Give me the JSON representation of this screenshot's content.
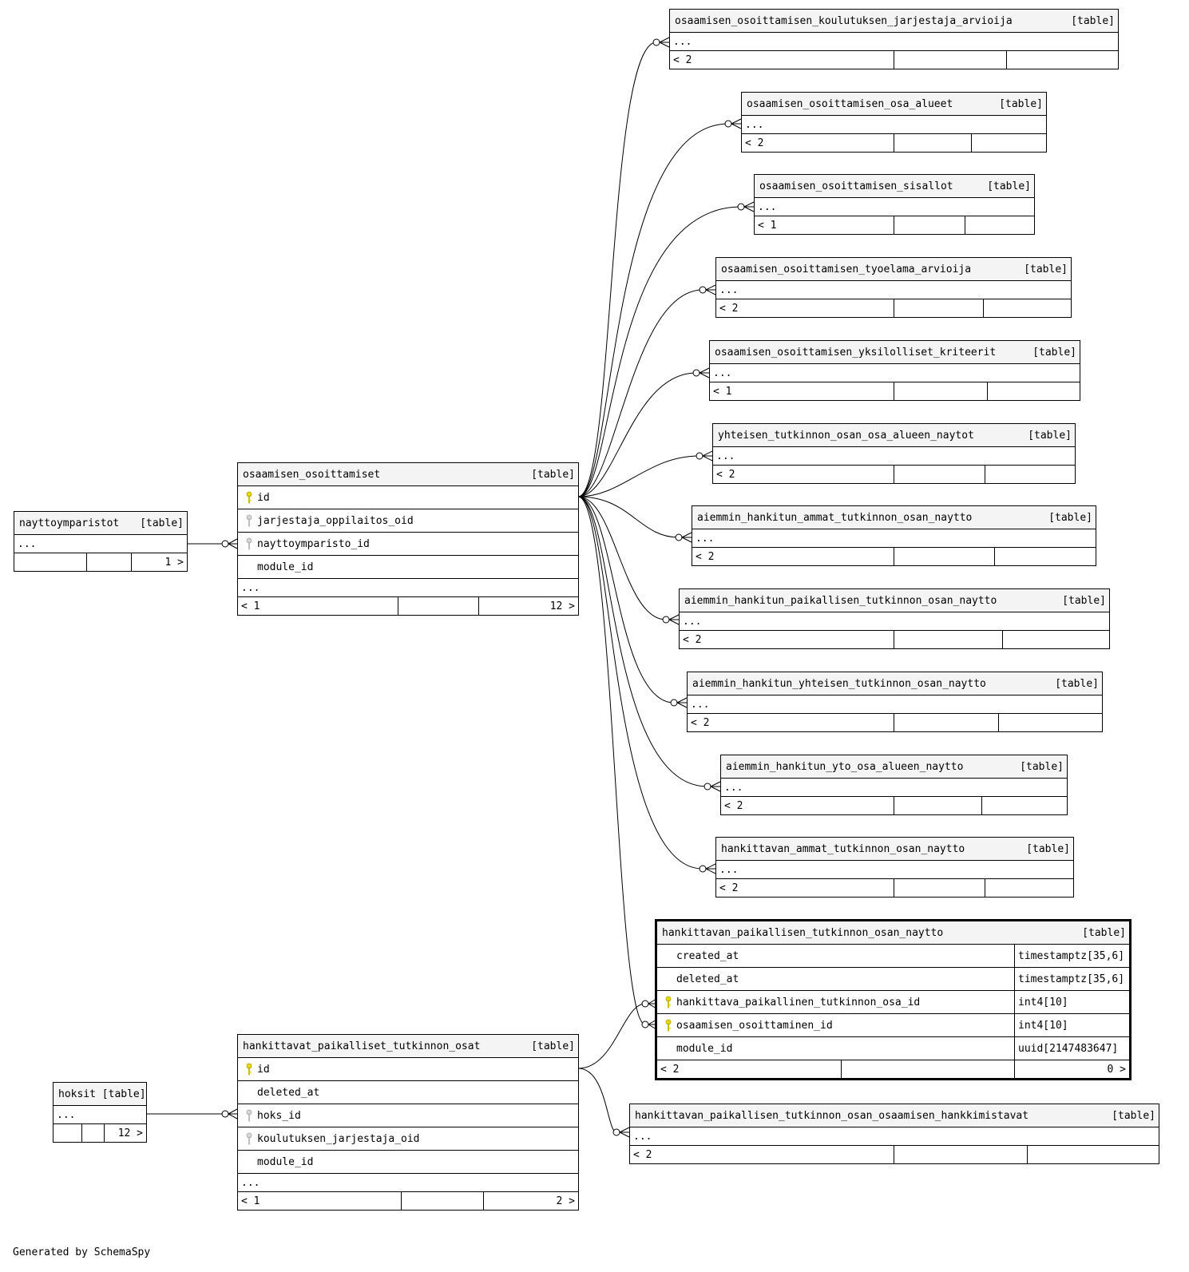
{
  "tables": {
    "t1": {
      "name": "osaamisen_osoittamisen_koulutuksen_jarjestaja_arvioija",
      "tag": "[table]",
      "dots": "...",
      "footer": [
        "< 2",
        "",
        ""
      ]
    },
    "t2": {
      "name": "osaamisen_osoittamisen_osa_alueet",
      "tag": "[table]",
      "dots": "...",
      "footer": [
        "< 2",
        "",
        ""
      ]
    },
    "t3": {
      "name": "osaamisen_osoittamisen_sisallot",
      "tag": "[table]",
      "dots": "...",
      "footer": [
        "< 1",
        "",
        ""
      ]
    },
    "t4": {
      "name": "osaamisen_osoittamisen_tyoelama_arvioija",
      "tag": "[table]",
      "dots": "...",
      "footer": [
        "< 2",
        "",
        ""
      ]
    },
    "t5": {
      "name": "osaamisen_osoittamisen_yksilolliset_kriteerit",
      "tag": "[table]",
      "dots": "...",
      "footer": [
        "< 1",
        "",
        ""
      ]
    },
    "t6": {
      "name": "yhteisen_tutkinnon_osan_osa_alueen_naytot",
      "tag": "[table]",
      "dots": "...",
      "footer": [
        "< 2",
        "",
        ""
      ]
    },
    "t7": {
      "name": "aiemmin_hankitun_ammat_tutkinnon_osan_naytto",
      "tag": "[table]",
      "dots": "...",
      "footer": [
        "< 2",
        "",
        ""
      ]
    },
    "t8": {
      "name": "aiemmin_hankitun_paikallisen_tutkinnon_osan_naytto",
      "tag": "[table]",
      "dots": "...",
      "footer": [
        "< 2",
        "",
        ""
      ]
    },
    "t9": {
      "name": "aiemmin_hankitun_yhteisen_tutkinnon_osan_naytto",
      "tag": "[table]",
      "dots": "...",
      "footer": [
        "< 2",
        "",
        ""
      ]
    },
    "t10": {
      "name": "aiemmin_hankitun_yto_osa_alueen_naytto",
      "tag": "[table]",
      "dots": "...",
      "footer": [
        "< 2",
        "",
        ""
      ]
    },
    "t11": {
      "name": "hankittavan_ammat_tutkinnon_osan_naytto",
      "tag": "[table]",
      "dots": "...",
      "footer": [
        "< 2",
        "",
        ""
      ]
    },
    "t13": {
      "name": "hankittavan_paikallisen_tutkinnon_osan_osaamisen_hankkimistavat",
      "tag": "[table]",
      "dots": "...",
      "footer": [
        "< 2",
        "",
        ""
      ]
    },
    "nayttoymparistot": {
      "name": "nayttoymparistot",
      "tag": "[table]",
      "dots": "...",
      "footer": [
        "",
        "",
        "1 >"
      ]
    },
    "hoksit": {
      "name": "hoksit [table]",
      "dots": "...",
      "footer": [
        "",
        "",
        "12 >"
      ]
    },
    "osaamisen_osoittamiset": {
      "name": "osaamisen_osoittamiset",
      "tag": "[table]",
      "columns": [
        "id",
        "jarjestaja_oppilaitos_oid",
        "nayttoymparisto_id",
        "module_id"
      ],
      "dots": "...",
      "footer": [
        "< 1",
        "",
        "12 >"
      ]
    },
    "hankittavat": {
      "name": "hankittavat_paikalliset_tutkinnon_osat",
      "tag": "[table]",
      "columns": [
        "id",
        "deleted_at",
        "hoks_id",
        "koulutuksen_jarjestaja_oid",
        "module_id"
      ],
      "dots": "...",
      "footer": [
        "< 1",
        "",
        "2 >"
      ]
    },
    "focus": {
      "name": "hankittavan_paikallisen_tutkinnon_osan_naytto",
      "tag": "[table]",
      "columns": [
        {
          "name": "created_at",
          "type": "timestamptz[35,6]"
        },
        {
          "name": "deleted_at",
          "type": "timestamptz[35,6]"
        },
        {
          "name": "hankittava_paikallinen_tutkinnon_osa_id",
          "type": "int4[10]"
        },
        {
          "name": "osaamisen_osoittaminen_id",
          "type": "int4[10]"
        },
        {
          "name": "module_id",
          "type": "uuid[2147483647]"
        }
      ],
      "footer": [
        "< 2",
        "",
        "0 >"
      ]
    }
  },
  "colors": {
    "primary_key": "#e6d800",
    "foreign_key": "#b0b0b0",
    "header_bg": "#f4f4f4"
  },
  "icons": {
    "primary_key": "key-icon",
    "foreign_key": "key-icon"
  },
  "generated_by": "Generated by SchemaSpy"
}
